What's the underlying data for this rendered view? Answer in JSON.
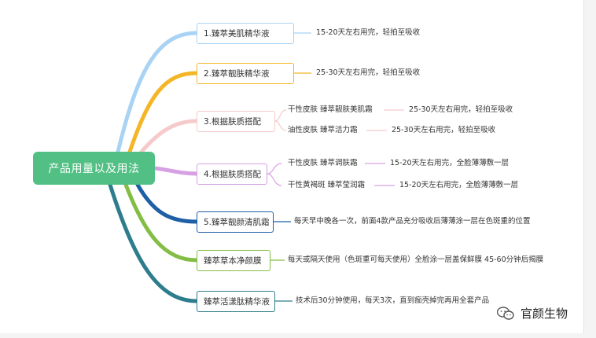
{
  "root": {
    "label": "产品用量以及用法"
  },
  "colors": {
    "root": "#52c084",
    "b1": "#a9d3f5",
    "b2": "#f4b627",
    "b3": "#f6caca",
    "b4": "#d6a0e3",
    "b5": "#1f5fa6",
    "b6": "#84bd45",
    "b7": "#2e7d8c"
  },
  "branches": [
    {
      "label": "1.臻萃美肌精华液",
      "note": "15-20天左右用完，轻拍至吸收"
    },
    {
      "label": "2.臻萃靓肤精华液",
      "note": "25-30天左右用完，轻拍至吸收"
    },
    {
      "label": "3.根据肤质搭配",
      "subs": [
        {
          "type": "干性皮肤 臻萃靓肤美肌霜",
          "note": "25-30天左右用完，轻拍至吸收"
        },
        {
          "type": "油性皮肤 臻萃活力霜",
          "note": "25-30天左右用完，轻拍至吸收"
        }
      ]
    },
    {
      "label": "4.根据肤质搭配",
      "subs": [
        {
          "type": "干性皮肤 臻萃调肤霜",
          "note": "15-20天左右用完，全脸薄薄敷一层"
        },
        {
          "type": "干性黄褐斑 臻萃莹润霜",
          "note": "15-20天左右用完，全脸薄薄敷一层"
        }
      ]
    },
    {
      "label": "5.臻萃靓颜清肌霜",
      "note": "每天早中晚各一次，前面4款产品充分吸收后薄薄涂一层在色斑重的位置"
    },
    {
      "label": "臻萃草本净颜膜",
      "note": "每天或隔天使用（色斑重可每天使用）全脸涂一层盖保鲜膜 45-60分钟后揭膜"
    },
    {
      "label": "臻萃活漾肽精华液",
      "note": "技术后30分钟使用，每天3次，直到痂壳掉完再用全套产品"
    }
  ],
  "watermark": {
    "text": "官颜生物",
    "icon": "wechat-icon"
  }
}
